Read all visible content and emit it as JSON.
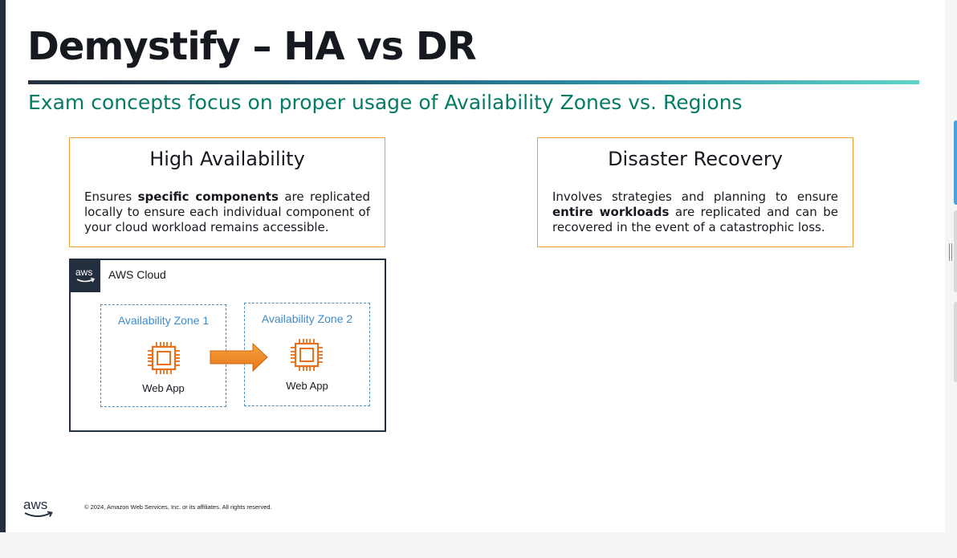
{
  "slide": {
    "title": "Demystify – HA vs DR",
    "subtitle": "Exam concepts focus on proper usage of Availability Zones vs. Regions"
  },
  "high_availability": {
    "title": "High Availability",
    "body_before": "Ensures ",
    "body_bold": "specific components",
    "body_after": " are replicated locally to ensure each individual component of your cloud workload remains accessible."
  },
  "disaster_recovery": {
    "title": "Disaster Recovery",
    "body_before": "Involves strategies and planning to ensure ",
    "body_bold": "entire workloads",
    "body_after": " are replicated and can be recovered in the event of a catastrophic loss."
  },
  "diagram": {
    "cloud_label": "AWS Cloud",
    "badge_icon": "aws-logo-icon",
    "zones": [
      {
        "label": "Availability Zone 1",
        "app_label": "Web App",
        "icon": "ec2-instance-icon"
      },
      {
        "label": "Availability Zone 2",
        "app_label": "Web App",
        "icon": "ec2-instance-icon"
      }
    ],
    "arrow_icon": "replication-arrow-icon"
  },
  "footer": {
    "logo_text": "aws",
    "copyright": "© 2024, Amazon Web Services, Inc. or its affiliates. All rights reserved."
  },
  "colors": {
    "squid_ink": "#232f3e",
    "subtitle_teal": "#067b66",
    "box_orange": "#f0a22e",
    "az_blue": "#4d8ec4",
    "ec2_orange": "#e8701a"
  }
}
